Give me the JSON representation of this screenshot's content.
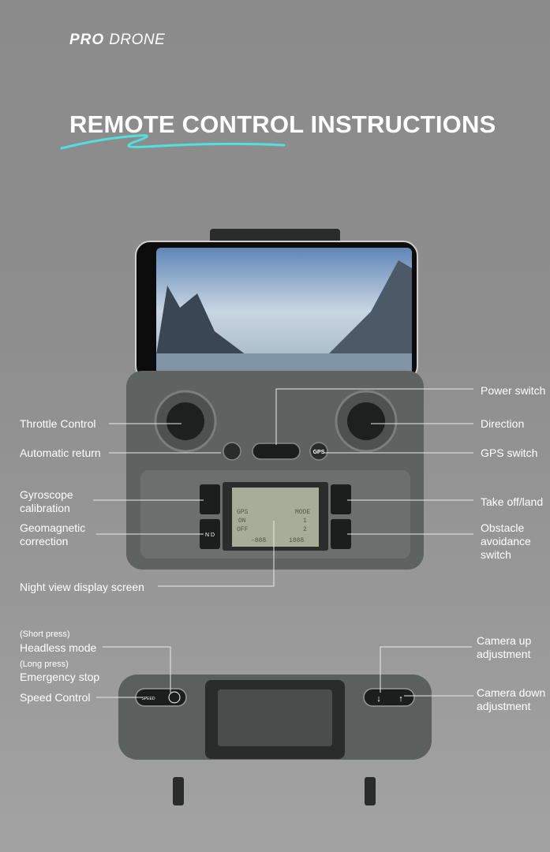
{
  "brand": {
    "bold": "PRO",
    "light": "DRONE"
  },
  "title": "REMOTE CONTROL INSTRUCTIONS",
  "accent_color": "#4fe0e0",
  "top_labels": {
    "throttle": "Throttle Control",
    "auto_return": "Automatic return",
    "gyro_1": "Gyroscope",
    "gyro_2": "calibration",
    "geo_1": "Geomagnetic",
    "geo_2": "correction",
    "night": "Night view display screen",
    "power": "Power switch",
    "direction": "Direction",
    "gps": "GPS switch",
    "takeoff": "Take off/land",
    "obstacle_1": "Obstacle",
    "obstacle_2": "avoidance",
    "obstacle_3": "switch"
  },
  "bottom_labels": {
    "short_press": "(Short press)",
    "headless": "Headless mode",
    "long_press": "(Long press)",
    "emergency": "Emergency stop",
    "speed": "Speed Control",
    "cam_up_1": "Camera up",
    "cam_up_2": "adjustment",
    "cam_down_1": "Camera down",
    "cam_down_2": "adjustment"
  },
  "buttons": {
    "gps": "GPS",
    "nd": "N D",
    "speed": "SPEED"
  },
  "lcd": {
    "rows": [
      [
        "GPS",
        "",
        "",
        "MODE"
      ],
      [
        "ON",
        "",
        "",
        "1"
      ],
      [
        "OFF",
        "",
        "",
        "2"
      ]
    ],
    "bottom_left": "-888",
    "bottom_right": "1888"
  }
}
